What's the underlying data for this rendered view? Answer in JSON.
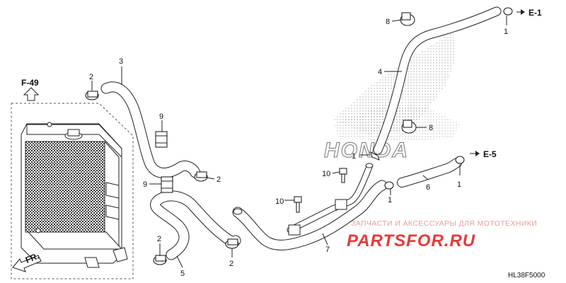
{
  "diagram": {
    "code": "HL38F5000",
    "refs": [
      {
        "id": "f49",
        "label": "F-49"
      },
      {
        "id": "e1",
        "label": "E-1"
      },
      {
        "id": "e5",
        "label": "E-5"
      },
      {
        "id": "fr",
        "label": "FR."
      }
    ],
    "callouts": [
      "1",
      "1",
      "1",
      "1",
      "2",
      "2",
      "2",
      "2",
      "3",
      "4",
      "5",
      "6",
      "7",
      "8",
      "8",
      "9",
      "9",
      "10",
      "10"
    ]
  },
  "watermark": {
    "caption": "ЗАПЧАСТИ И АКСЕССУАРЫ ДЛЯ МОТОТЕХНИКИ",
    "brand": "PARTSFOR.RU",
    "logo_text": "HONDA"
  },
  "colors": {
    "line": "#222222",
    "watermark": "#e43b3b",
    "logo": "#777777"
  }
}
